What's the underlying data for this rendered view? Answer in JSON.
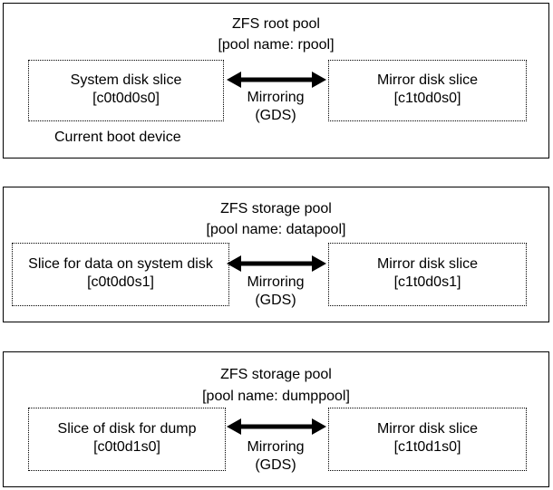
{
  "pools": [
    {
      "title": "ZFS root pool",
      "pool_name": "[pool name: rpool]",
      "left_slice": {
        "name": "System disk slice",
        "device": "[c0t0d0s0]"
      },
      "right_slice": {
        "name": "Mirror disk slice",
        "device": "[c1t0d0s0]"
      },
      "link_label": "Mirroring",
      "link_sub": "(GDS)",
      "note": "Current boot device"
    },
    {
      "title": "ZFS storage pool",
      "pool_name": "[pool name: datapool]",
      "left_slice": {
        "name": "Slice for data on system disk",
        "device": "[c0t0d0s1]"
      },
      "right_slice": {
        "name": "Mirror disk slice",
        "device": "[c1t0d0s1]"
      },
      "link_label": "Mirroring",
      "link_sub": "(GDS)"
    },
    {
      "title": "ZFS storage pool",
      "pool_name": "[pool name: dumppool]",
      "left_slice": {
        "name": "Slice of disk for dump",
        "device": "[c0t0d1s0]"
      },
      "right_slice": {
        "name": "Mirror disk slice",
        "device": "[c1t0d1s0]"
      },
      "link_label": "Mirroring",
      "link_sub": "(GDS)"
    }
  ]
}
